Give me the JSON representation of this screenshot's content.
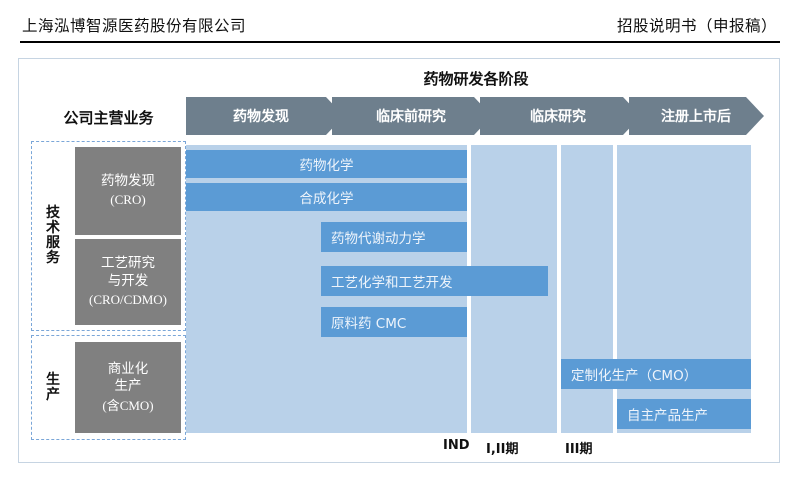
{
  "header": {
    "company": "上海泓博智源医药股份有限公司",
    "doc_type": "招股说明书（申报稿）"
  },
  "figure": {
    "title": "药物研发各阶段",
    "business_header": "公司主营业务",
    "stages": [
      {
        "label": "药物发现"
      },
      {
        "label": "临床前研究"
      },
      {
        "label": "临床研究"
      },
      {
        "label": "注册上市后"
      }
    ],
    "groups": [
      {
        "name": "技术服务",
        "chars": [
          "技",
          "术",
          "服",
          "务"
        ],
        "items": [
          {
            "zh": "药物发现",
            "en": "(CRO)"
          },
          {
            "zh_line1": "工艺研究",
            "zh_line2": "与开发",
            "en": "(CRO/CDMO)"
          }
        ]
      },
      {
        "name": "生产",
        "chars": [
          "生",
          "产"
        ],
        "items": [
          {
            "zh_line1": "商业化",
            "zh_line2": "生产",
            "en": "(含CMO)"
          }
        ]
      }
    ],
    "activities": [
      {
        "label": "药物化学"
      },
      {
        "label": "合成化学"
      },
      {
        "label": "药物代谢动力学"
      },
      {
        "label": "工艺化学和工艺开发"
      },
      {
        "label": "原料药 CMC"
      },
      {
        "label": "定制化生产（CMO）"
      },
      {
        "label": "自主产品生产"
      }
    ],
    "axis_ticks": [
      {
        "label": "IND"
      },
      {
        "label": "I,II期"
      },
      {
        "label": "III期"
      }
    ],
    "colors": {
      "stage_bar": "#6e7f8d",
      "stage_column": "#b9d1e9",
      "activity_bar": "#5b9bd5",
      "business_box": "#808080",
      "dashed_border": "#7aa6d8",
      "frame_border": "#c6d4e2"
    }
  },
  "chart_data": {
    "type": "table",
    "title": "药物研发各阶段",
    "categories": [
      "药物发现",
      "临床前研究",
      "临床研究",
      "注册上市后"
    ],
    "series": [
      {
        "name": "药物化学",
        "spans": [
          "药物发现",
          "临床前研究"
        ]
      },
      {
        "name": "合成化学",
        "spans": [
          "药物发现",
          "临床前研究"
        ]
      },
      {
        "name": "药物代谢动力学",
        "spans": [
          "临床前研究"
        ]
      },
      {
        "name": "工艺化学和工艺开发",
        "spans": [
          "临床前研究",
          "临床研究"
        ]
      },
      {
        "name": "原料药 CMC",
        "spans": [
          "临床前研究"
        ]
      },
      {
        "name": "定制化生产（CMO）",
        "spans": [
          "临床研究",
          "注册上市后"
        ]
      },
      {
        "name": "自主产品生产",
        "spans": [
          "注册上市后"
        ]
      }
    ]
  }
}
